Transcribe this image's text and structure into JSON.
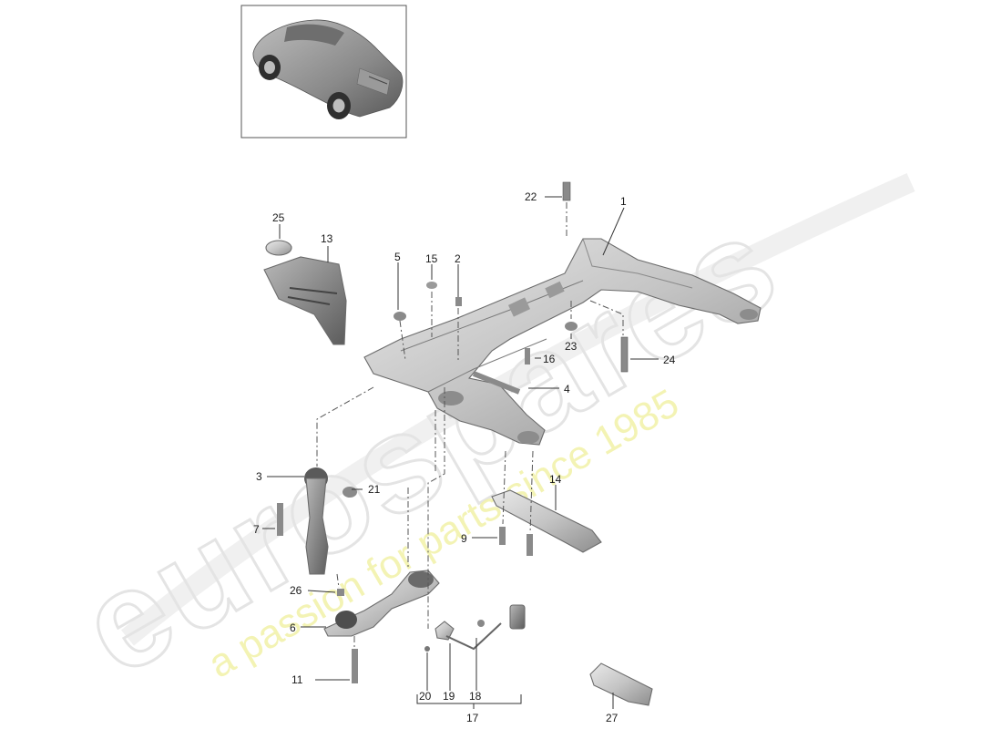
{
  "watermark": {
    "brand": "eurospares",
    "tagline": "a passion for parts since 1985"
  },
  "diagram": {
    "labels": {
      "p1": "1",
      "p2": "2",
      "p3": "3",
      "p4": "4",
      "p5": "5",
      "p6": "6",
      "p7": "7",
      "p9": "9",
      "p11": "11",
      "p13": "13",
      "p14": "14",
      "p15": "15",
      "p16": "16",
      "p17": "17",
      "p18": "18",
      "p19": "19",
      "p20": "20",
      "p21": "21",
      "p22": "22",
      "p23": "23",
      "p24": "24",
      "p25": "25",
      "p26": "26",
      "p27": "27"
    }
  }
}
